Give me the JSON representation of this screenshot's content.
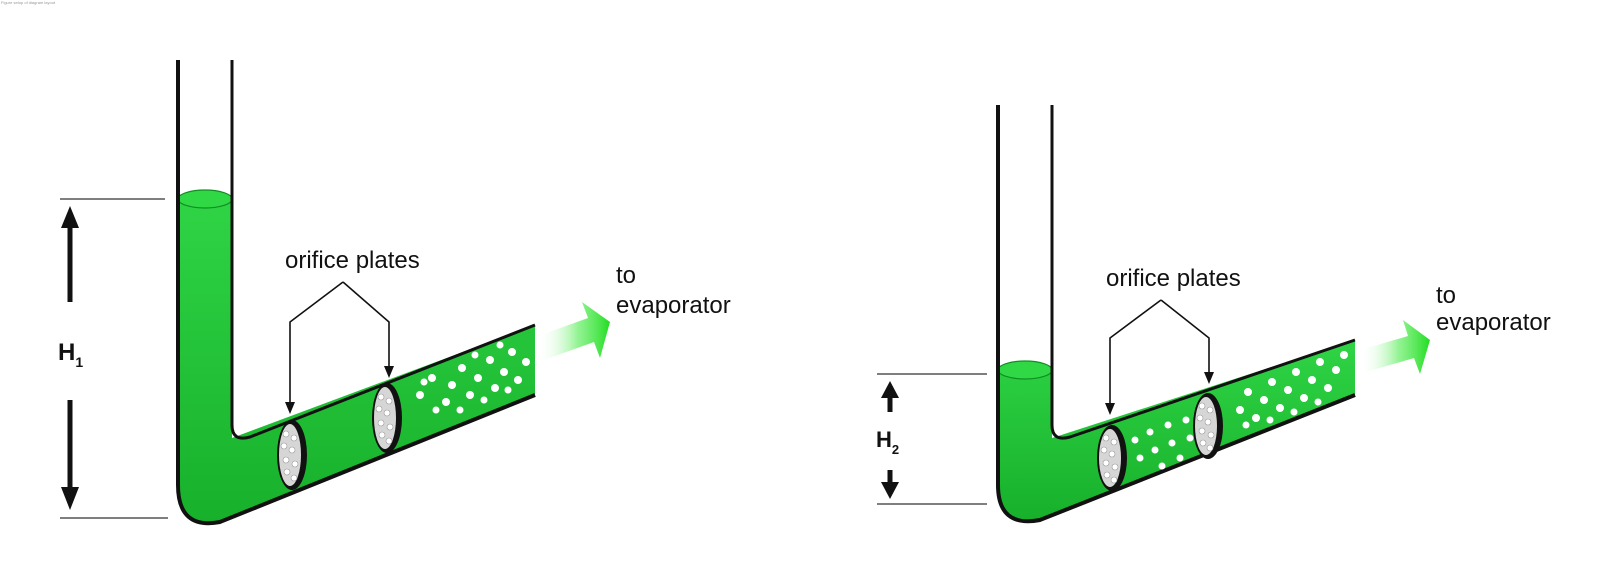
{
  "header_note": "Figure setup of diagram layout",
  "colors": {
    "liquid": "#22c93a",
    "liquid_dark": "#0f8f22",
    "arrow": "#33dd33",
    "outline": "#111111",
    "plate": "#d9d9d9"
  },
  "left_panel": {
    "height_label_main": "H",
    "height_label_sub": "1",
    "plates_label": "orifice plates",
    "dest_line1": "to",
    "dest_line2": "evaporator"
  },
  "right_panel": {
    "height_label_main": "H",
    "height_label_sub": "2",
    "plates_label": "orifice plates",
    "dest_line1": "to",
    "dest_line2": "evaporator"
  }
}
